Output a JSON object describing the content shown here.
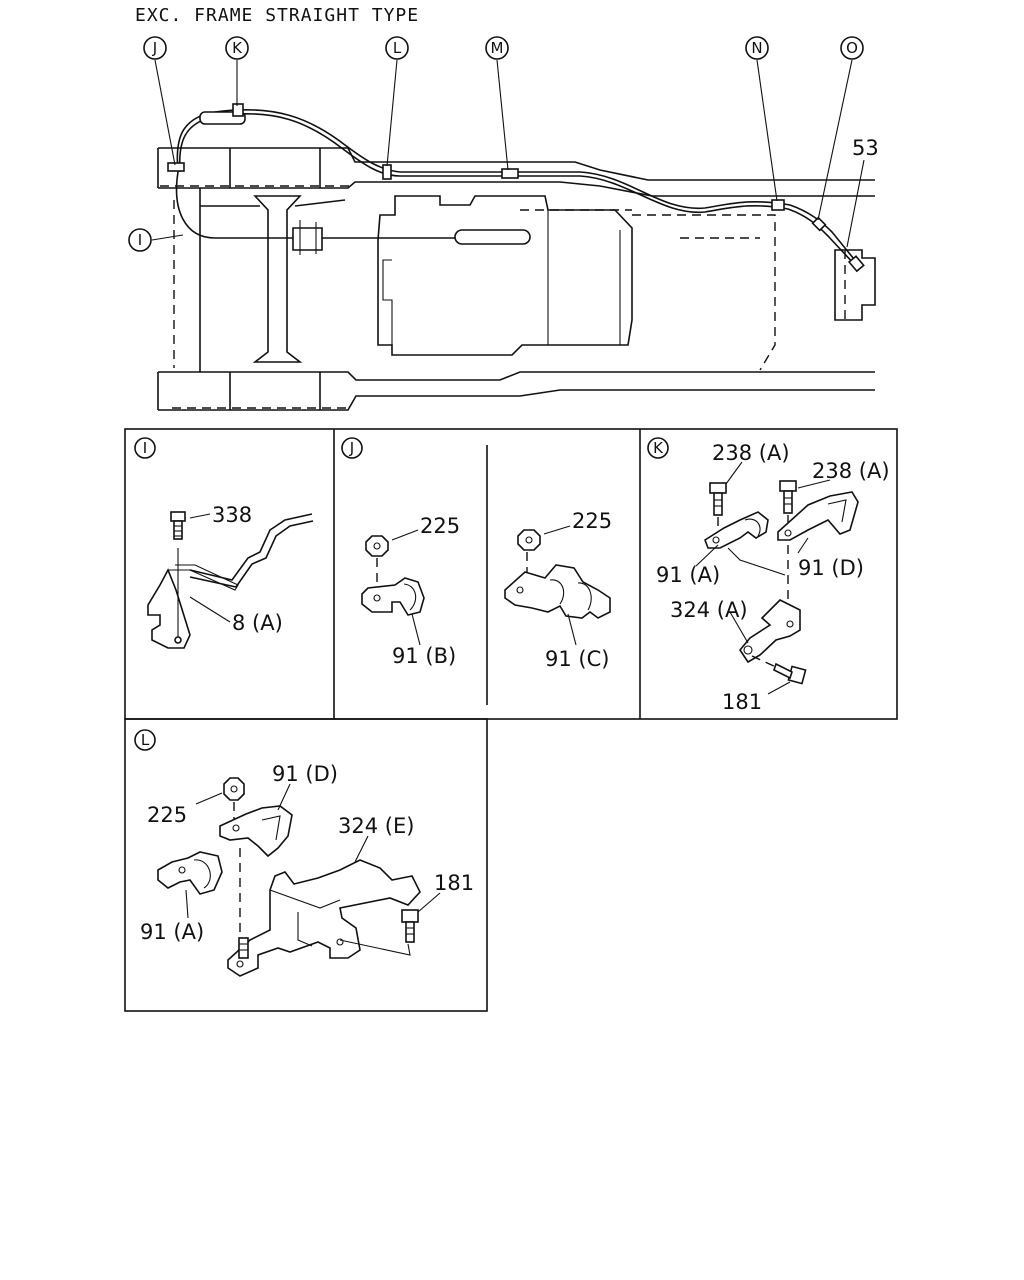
{
  "title": "EXC. FRAME STRAIGHT TYPE",
  "colors": {
    "ink": "#111111",
    "paper": "#ffffff"
  },
  "overview": {
    "callouts": [
      {
        "id": "J",
        "letter": "J"
      },
      {
        "id": "K",
        "letter": "K"
      },
      {
        "id": "L",
        "letter": "L"
      },
      {
        "id": "M",
        "letter": "M"
      },
      {
        "id": "N",
        "letter": "N"
      },
      {
        "id": "O",
        "letter": "O"
      },
      {
        "id": "I",
        "letter": "I"
      }
    ],
    "part_53": "53"
  },
  "details": {
    "I": {
      "letter": "I",
      "labels": {
        "p338": "338",
        "p8a": "8 (A)"
      }
    },
    "J": {
      "letter": "J",
      "labels": {
        "p225a": "225",
        "p91b": "91 (B)",
        "p225b": "225",
        "p91c": "91 (C)"
      }
    },
    "K": {
      "letter": "K",
      "labels": {
        "p238a1": "238 (A)",
        "p238a2": "238 (A)",
        "p91a": "91 (A)",
        "p91d": "91 (D)",
        "p324a": "324 (A)",
        "p181": "181"
      }
    },
    "L": {
      "letter": "L",
      "labels": {
        "p91d": "91 (D)",
        "p225": "225",
        "p324e": "324 (E)",
        "p181": "181",
        "p91a": "91 (A)"
      }
    }
  }
}
